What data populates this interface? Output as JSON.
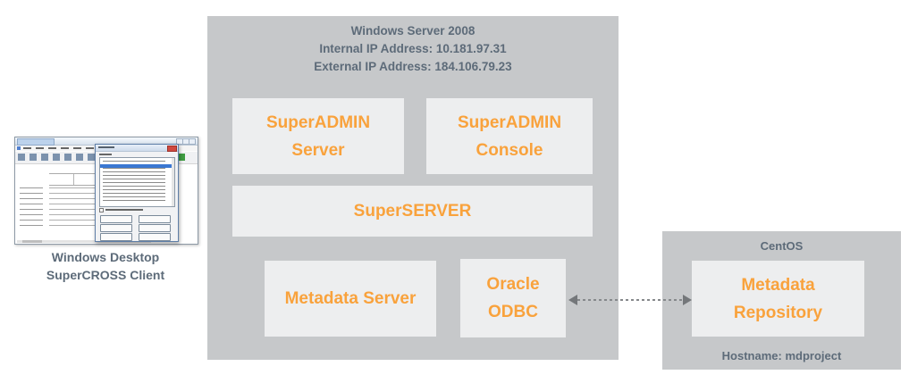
{
  "palette": {
    "container_gray": "#C6C8CA",
    "box_bg": "#EDEEEF",
    "accent_orange": "#F9A23C",
    "text_slate": "#5D6B79",
    "arrow_gray": "#7D8084",
    "dialog_highlight_blue": "#3A77D2",
    "mini_close_red": "#D0493F",
    "mini_icon_green": "#3F9D42"
  },
  "client": {
    "caption_line1": "Windows Desktop",
    "caption_line2": "SuperCROSS Client"
  },
  "windows_server_group": {
    "title": "Windows Server 2008",
    "internal_ip": "Internal IP Address: 10.181.97.31",
    "external_ip": "External IP Address: 184.106.79.23",
    "boxes": {
      "superadmin_server": "SuperADMIN Server",
      "superadmin_console": "SuperADMIN Console",
      "superserver": "SuperSERVER",
      "metadata_server": "Metadata Server",
      "oracle_odbc": "Oracle ODBC"
    }
  },
  "centos_group": {
    "title": "CentOS",
    "boxes": {
      "metadata_repository": "Metadata Repository"
    },
    "hostname": "Hostname: mdproject"
  },
  "connector": {
    "style": "dashed",
    "direction": "bidirectional"
  }
}
